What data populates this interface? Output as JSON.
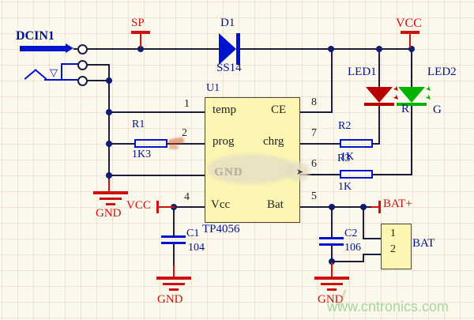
{
  "schematic": {
    "connector_dcin1": {
      "ref": "DCIN1"
    },
    "testpoint": {
      "label": "SP"
    },
    "diode": {
      "ref": "D1",
      "value": "SS14"
    },
    "power_flags": {
      "vcc_top": "VCC",
      "vcc_mid": "VCC",
      "bat_plus": "BAT+"
    },
    "grounds": {
      "g1": "GND",
      "g2": "GND",
      "g3": "GND"
    },
    "ic": {
      "ref": "U1",
      "part": "TP4056",
      "pin_labels": {
        "temp": "temp",
        "prog": "prog",
        "gnd": "GND",
        "vcc": "Vcc",
        "ce": "CE",
        "chrg": "chrg",
        "bat": "Bat"
      },
      "pin_numbers": {
        "p1": "1",
        "p2": "2",
        "p4": "4",
        "p5": "5",
        "p6": "6",
        "p7": "7",
        "p8": "8"
      }
    },
    "resistors": {
      "r1": {
        "ref": "R1",
        "value": "1K3"
      },
      "r2": {
        "ref": "R2",
        "value": "1K"
      },
      "r3": {
        "ref": "R3",
        "value": "1K"
      }
    },
    "capacitors": {
      "c1": {
        "ref": "C1",
        "value": "104"
      },
      "c2": {
        "ref": "C2",
        "value": "106"
      }
    },
    "leds": {
      "led1": {
        "ref": "LED1",
        "pin": "R"
      },
      "led2": {
        "ref": "LED2",
        "pin": "G"
      }
    },
    "battery_connector": {
      "ref": "BAT",
      "pin1": "1",
      "pin2": "2"
    }
  },
  "watermark": "www.cntronics.com",
  "colors": {
    "wire": "#1c1c3e",
    "component_blue": "#0013cf",
    "power_red": "#cf1010",
    "led1_red": "#b80000",
    "led2_green": "#00b400",
    "ic_fill": "#fcf6b2",
    "watermark_green": "#8fce8a"
  }
}
